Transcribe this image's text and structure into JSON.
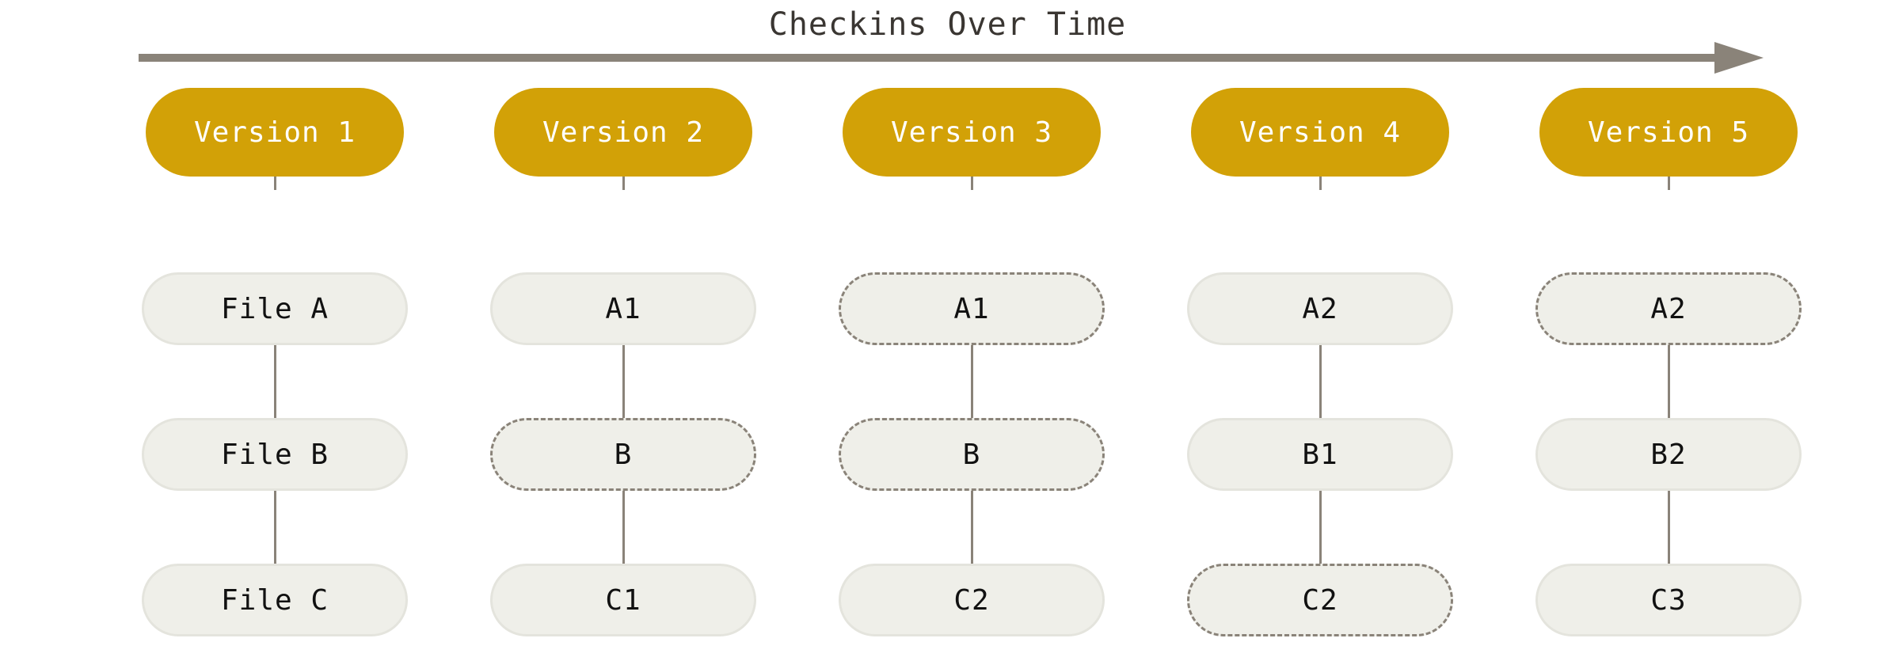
{
  "timeline": {
    "title": "Checkins Over Time",
    "arrow_icon": "right-arrow-icon",
    "line_color": "#8a8379"
  },
  "colors": {
    "version_fill": "#D2A107",
    "version_text": "#ffffff",
    "file_fill": "#EFEFE9",
    "file_text": "#111111",
    "file_border_solid": "#e4e4dd",
    "file_border_dashed": "#8a8379",
    "connector": "#8a8379",
    "title_text": "#3a3632",
    "background": "#ffffff"
  },
  "columns": [
    {
      "version_label": "Version 1",
      "files": [
        {
          "label": "File A",
          "style": "solid"
        },
        {
          "label": "File B",
          "style": "solid"
        },
        {
          "label": "File C",
          "style": "solid"
        }
      ]
    },
    {
      "version_label": "Version 2",
      "files": [
        {
          "label": "A1",
          "style": "solid"
        },
        {
          "label": "B",
          "style": "dashed"
        },
        {
          "label": "C1",
          "style": "solid"
        }
      ]
    },
    {
      "version_label": "Version 3",
      "files": [
        {
          "label": "A1",
          "style": "dashed"
        },
        {
          "label": "B",
          "style": "dashed"
        },
        {
          "label": "C2",
          "style": "solid"
        }
      ]
    },
    {
      "version_label": "Version 4",
      "files": [
        {
          "label": "A2",
          "style": "solid"
        },
        {
          "label": "B1",
          "style": "solid"
        },
        {
          "label": "C2",
          "style": "dashed"
        }
      ]
    },
    {
      "version_label": "Version 5",
      "files": [
        {
          "label": "A2",
          "style": "dashed"
        },
        {
          "label": "B2",
          "style": "solid"
        },
        {
          "label": "C3",
          "style": "solid"
        }
      ]
    }
  ]
}
